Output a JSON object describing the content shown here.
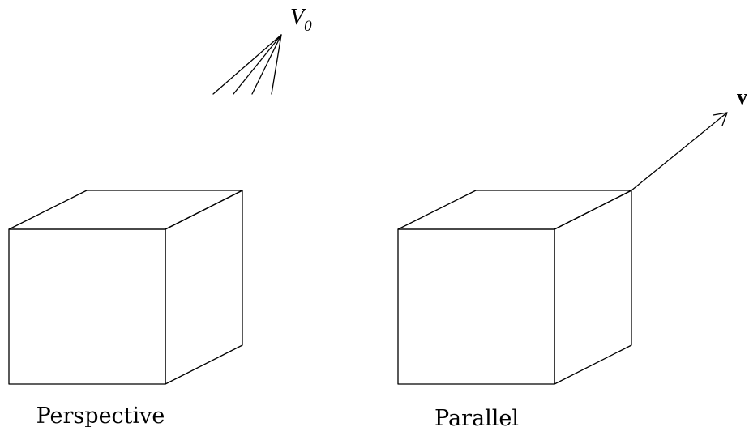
{
  "labels": {
    "perspective": "Perspective",
    "parallel": "Parallel",
    "viewpoint": {
      "main": "V",
      "subscript": "0"
    },
    "direction_vector": "v"
  }
}
